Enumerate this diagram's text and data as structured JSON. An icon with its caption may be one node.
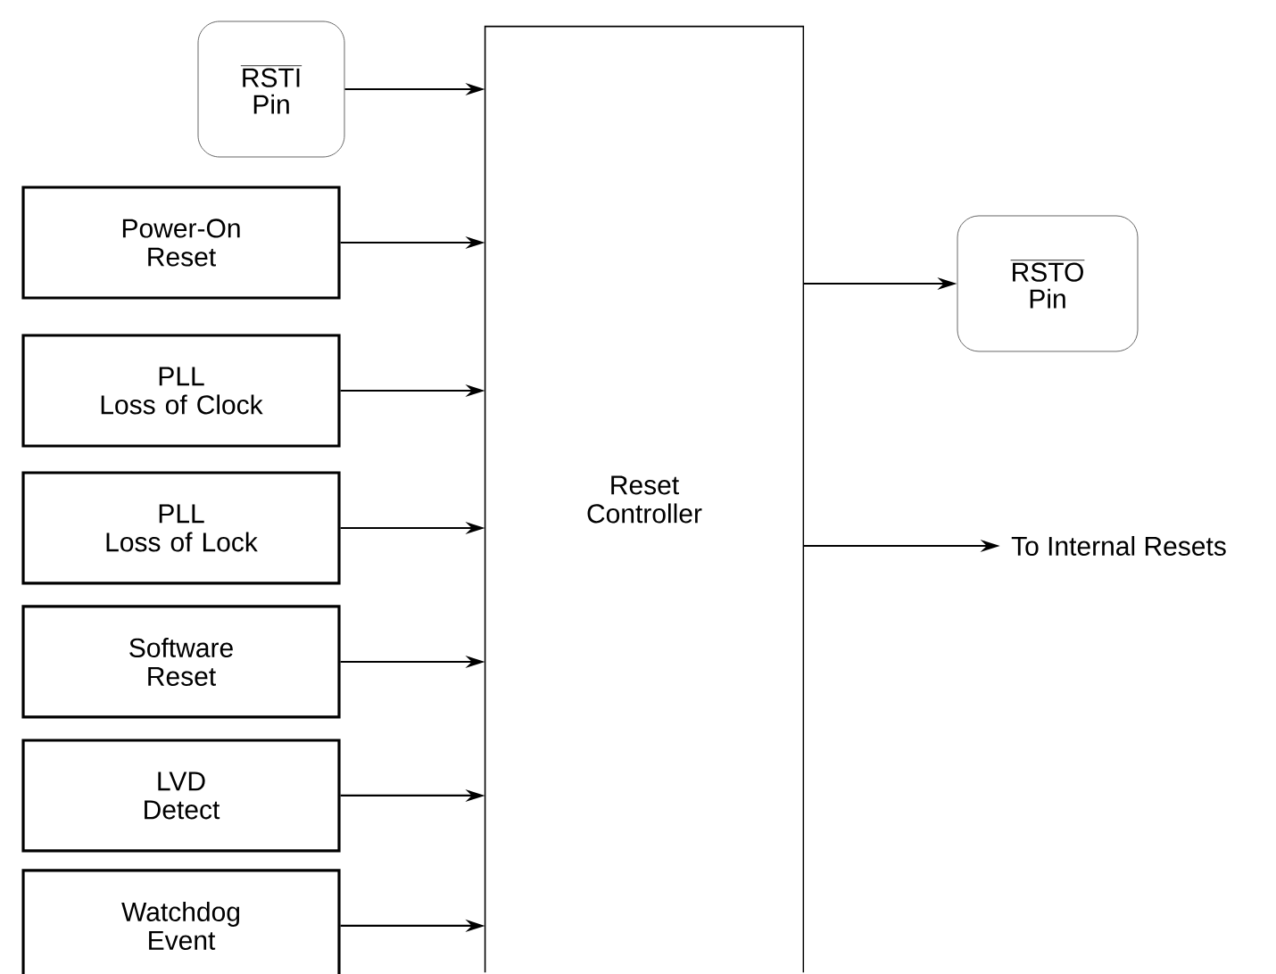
{
  "diagram": {
    "nodes": [
      {
        "text": [
          "RSTI",
          "Pin"
        ]
      },
      {
        "text": [
          "Power-On Reset"
        ]
      },
      {
        "text": [
          "PLL Loss of Clock"
        ]
      },
      {
        "text": [
          "PLL Loss of Lock"
        ]
      },
      {
        "text": [
          "Software Reset"
        ]
      },
      {
        "text": [
          "LVD Detect"
        ]
      },
      {
        "text": [
          "Watchdog Event"
        ]
      },
      {
        "text": [
          "Reset Controller"
        ]
      },
      {
        "text": [
          "RSTO",
          "Pin"
        ]
      },
      {
        "text": [
          "To Internal Resets"
        ]
      }
    ],
    "edges": [
      {
        "from": 0,
        "to": 7,
        "arrow": "to"
      },
      {
        "from": 1,
        "to": 7,
        "arrow": "to"
      },
      {
        "from": 2,
        "to": 7,
        "arrow": "to"
      },
      {
        "from": 3,
        "to": 7,
        "arrow": "to"
      },
      {
        "from": 4,
        "to": 7,
        "arrow": "to"
      },
      {
        "from": 5,
        "to": 7,
        "arrow": "to"
      },
      {
        "from": 6,
        "to": 7,
        "arrow": "to"
      },
      {
        "from": 7,
        "to": 8,
        "arrow": "to"
      },
      {
        "from": 7,
        "to": 9,
        "arrow": "to"
      }
    ]
  }
}
